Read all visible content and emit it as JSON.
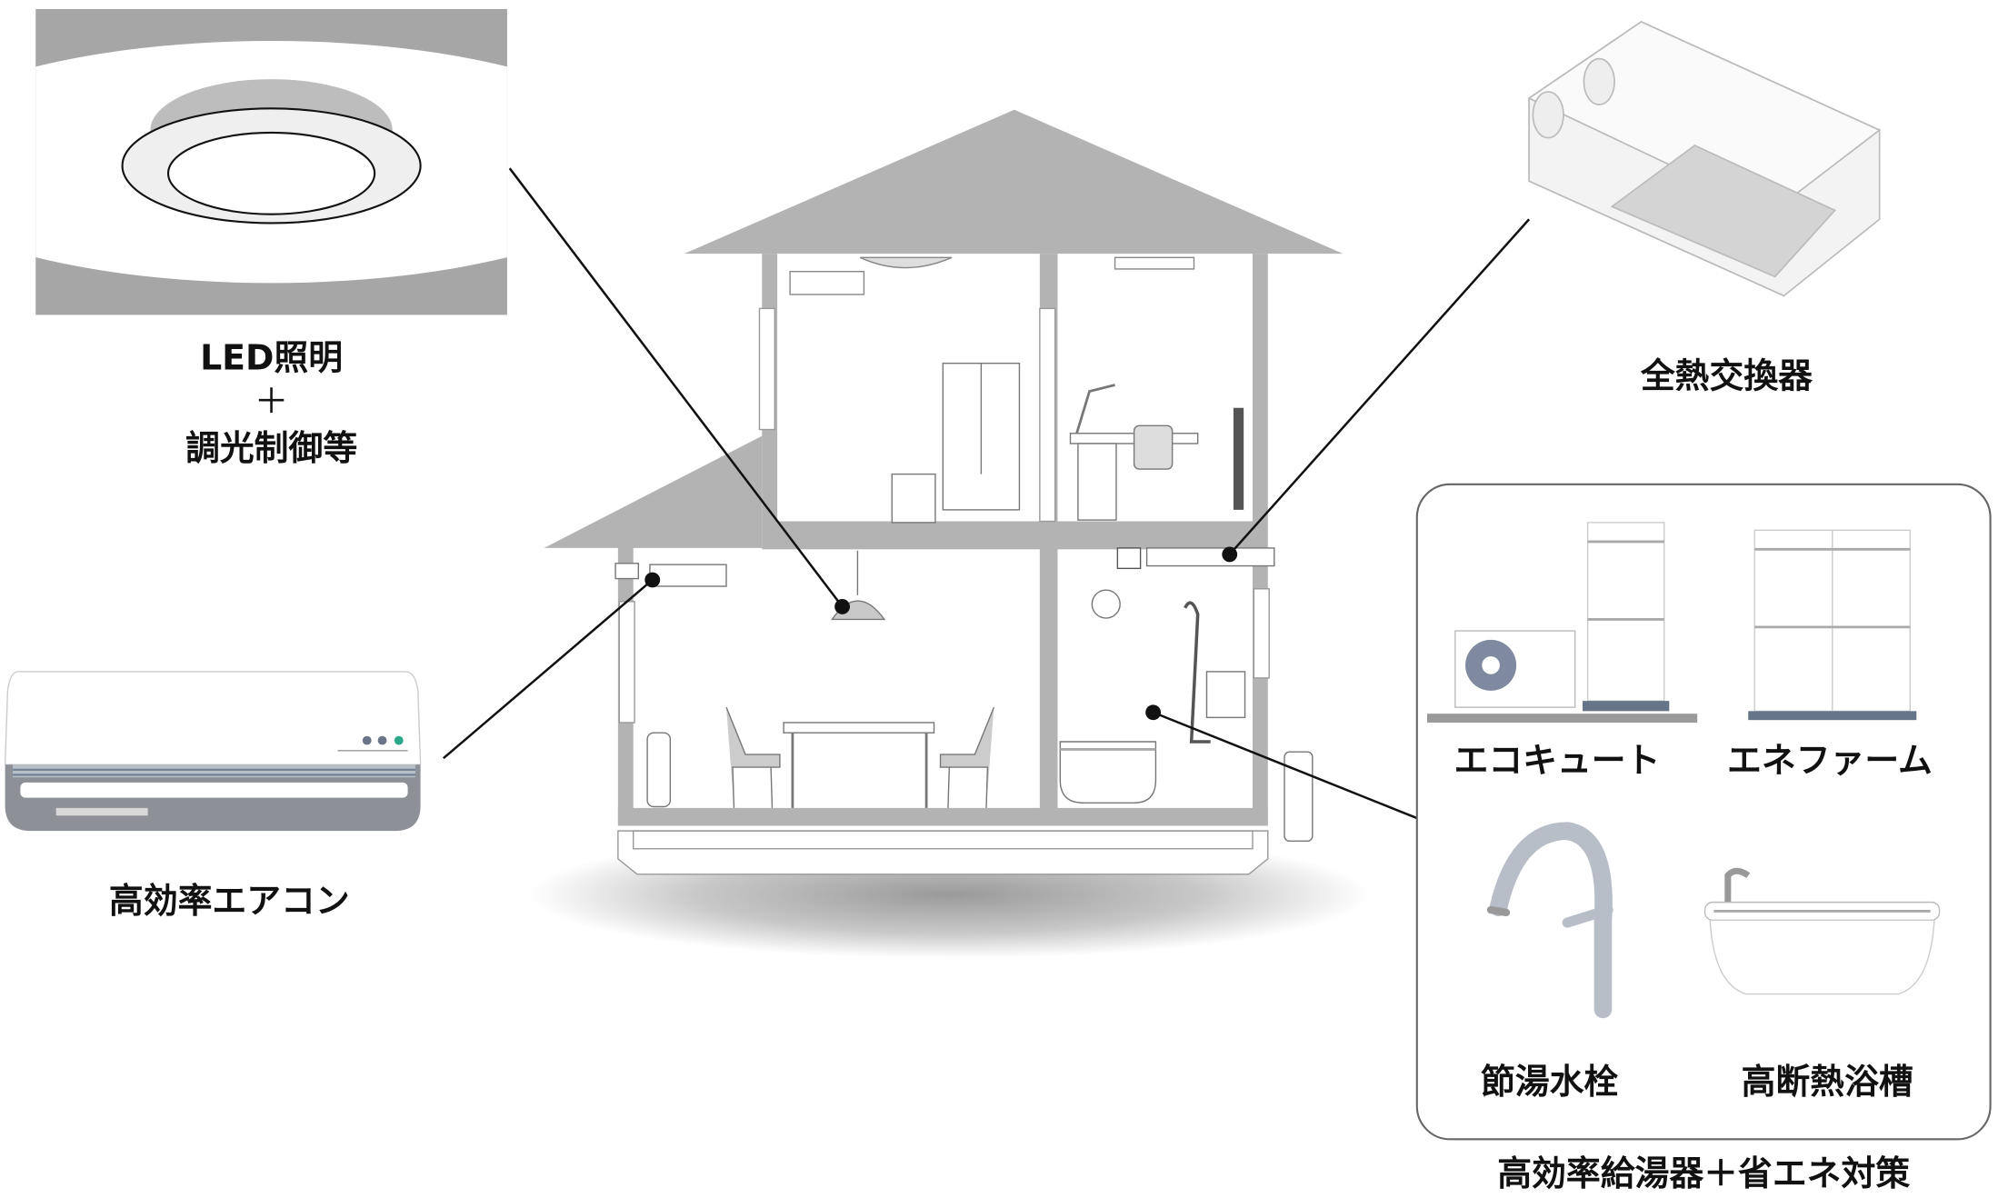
{
  "labels": {
    "led_line1": "LED照明",
    "led_plus": "＋",
    "led_line2": "調光制御等",
    "aircon": "高効率エアコン",
    "heat_exchanger": "全熱交換器",
    "ecocute": "エコキュート",
    "enefarm": "エネファーム",
    "faucet": "節湯水栓",
    "bathtub": "高断熱浴槽",
    "panel_caption": "高効率給湯器＋省エネ対策"
  },
  "colors": {
    "wall": "#b3b3b3",
    "aircon_led": "#2aa889",
    "base_blue": "#657487"
  }
}
